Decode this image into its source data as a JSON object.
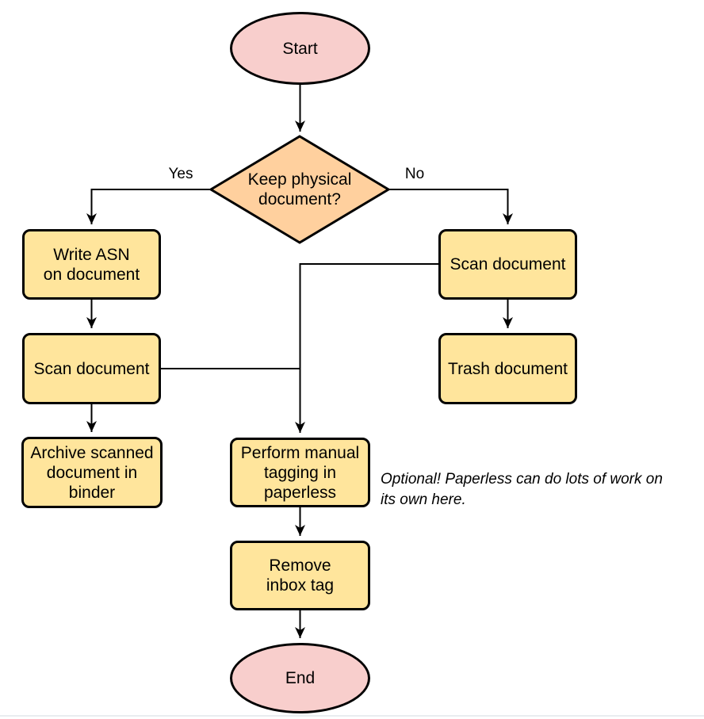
{
  "flowchart": {
    "nodes": {
      "start": {
        "label": "Start",
        "shape": "terminator"
      },
      "decision": {
        "label": "Keep physical\ndocument?",
        "shape": "decision"
      },
      "write_asn": {
        "label": "Write ASN\non document",
        "shape": "process"
      },
      "scan_left": {
        "label": "Scan document",
        "shape": "process"
      },
      "archive": {
        "label": "Archive scanned\ndocument in\nbinder",
        "shape": "process"
      },
      "scan_right": {
        "label": "Scan document",
        "shape": "process"
      },
      "trash": {
        "label": "Trash document",
        "shape": "process"
      },
      "tagging": {
        "label": "Perform manual\ntagging in\npaperless",
        "shape": "process"
      },
      "remove_inbox": {
        "label": "Remove\ninbox tag",
        "shape": "process"
      },
      "end": {
        "label": "End",
        "shape": "terminator"
      }
    },
    "edges": [
      {
        "from": "start",
        "to": "decision",
        "label": ""
      },
      {
        "from": "decision",
        "to": "write_asn",
        "label": "Yes"
      },
      {
        "from": "decision",
        "to": "scan_right",
        "label": "No"
      },
      {
        "from": "write_asn",
        "to": "scan_left",
        "label": ""
      },
      {
        "from": "scan_left",
        "to": "archive",
        "label": ""
      },
      {
        "from": "scan_right",
        "to": "trash",
        "label": ""
      },
      {
        "from": "scan_left",
        "to": "tagging",
        "label": ""
      },
      {
        "from": "scan_right",
        "to": "tagging",
        "label": ""
      },
      {
        "from": "tagging",
        "to": "remove_inbox",
        "label": ""
      },
      {
        "from": "remove_inbox",
        "to": "end",
        "label": ""
      }
    ],
    "note": "Optional! Paperless can do lots of work on\nits own here.",
    "colors": {
      "terminator_fill": "#f8cecc",
      "decision_fill": "#ffd09e",
      "process_fill": "#ffe59c",
      "stroke": "#000000",
      "text": "#000000"
    }
  }
}
